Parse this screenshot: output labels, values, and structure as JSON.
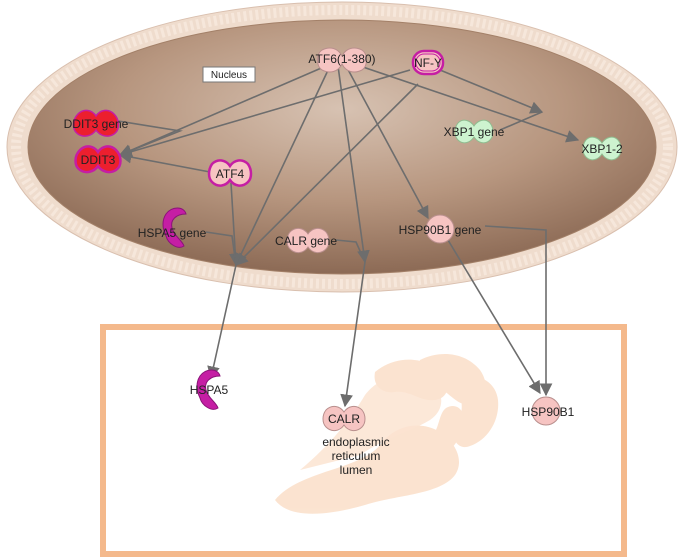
{
  "compartments": {
    "nucleus_label": "Nucleus",
    "er_label_line1": "endoplasmic",
    "er_label_line2": "reticulum",
    "er_label_line3": "lumen"
  },
  "nodes": {
    "atf6": "ATF6(1-380)",
    "nfy": "NF-Y",
    "ddit3_gene": "DDIT3 gene",
    "ddit3": "DDIT3",
    "atf4": "ATF4",
    "xbp1_gene": "XBP1 gene",
    "xbp1_2": "XBP1-2",
    "hspa5_gene": "HSPA5 gene",
    "calr_gene": "CALR gene",
    "hsp90b1_gene": "HSP90B1 gene",
    "hspa5": "HSPA5",
    "calr": "CALR",
    "hsp90b1": "HSP90B1"
  },
  "colors": {
    "nucleus_fill": "#b08e76",
    "membrane": "#e8d2c2",
    "er_border": "#f4b98c",
    "er_organelle": "#fbe1cc",
    "node_pink": "#f6c4c2",
    "node_red": "#ec1f2e",
    "node_magenta": "#c51ea4",
    "node_green": "#cdf3cf",
    "edge": "#6d6d6d"
  }
}
